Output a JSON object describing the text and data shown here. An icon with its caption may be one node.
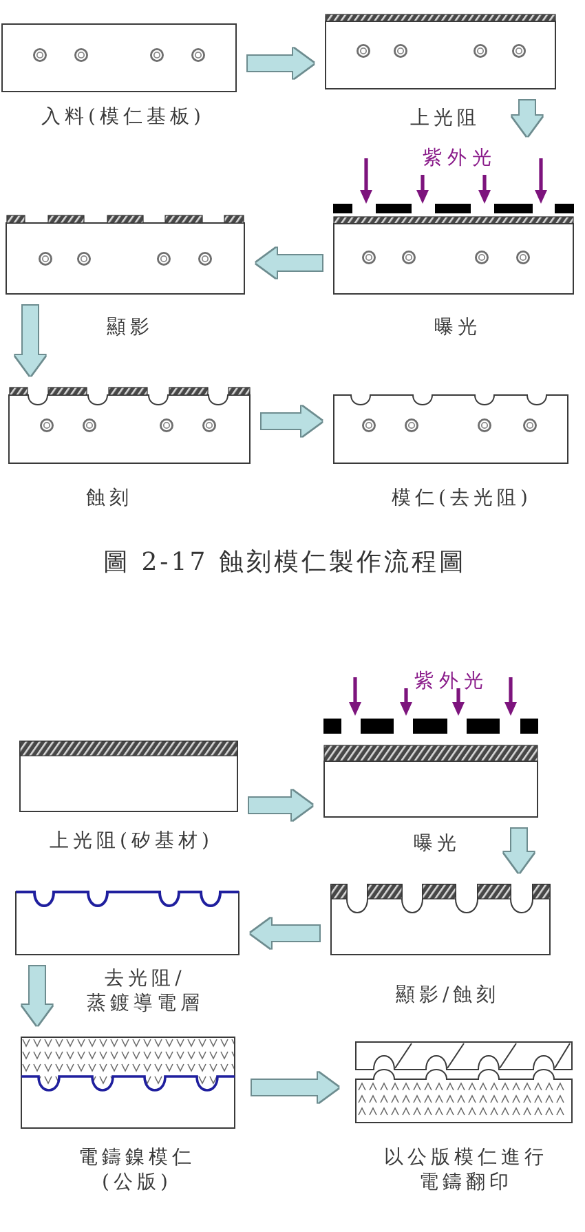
{
  "diagram": {
    "caption": "圖 2-17 蝕刻模仁製作流程圖",
    "nodes": [
      {
        "text": [],
        "shape": "picture",
        "beside": [
          "入料(模仁基板)"
        ]
      },
      {
        "text": [],
        "shape": "picture",
        "beside": [
          "上光阻"
        ]
      },
      {
        "text": [
          "紫外光"
        ],
        "beside": [
          "曝光"
        ]
      },
      {
        "text": [],
        "shape": "picture",
        "beside": [
          "顯影"
        ]
      },
      {
        "text": [],
        "shape": "picture",
        "beside": [
          "蝕刻"
        ]
      },
      {
        "text": [],
        "shape": "picture",
        "beside": [
          "模仁(去光阻)"
        ]
      },
      {
        "text": [],
        "shape": "picture",
        "beside": [
          "上光阻(矽基材)"
        ]
      },
      {
        "text": [
          "紫外光"
        ],
        "beside": [
          "曝光"
        ]
      },
      {
        "text": [],
        "shape": "picture",
        "beside": [
          "顯影/蝕刻"
        ]
      },
      {
        "text": [],
        "shape": "picture",
        "beside": [
          "去光阻/蒸鍍導電層"
        ]
      },
      {
        "text": [],
        "shape": "picture",
        "beside": [
          "電鑄鎳模仁(公版)"
        ]
      },
      {
        "text": [],
        "shape": "picture",
        "beside": [
          "以公版模仁進行電鑄翻印"
        ]
      }
    ],
    "edges": [
      {
        "from": 0,
        "to": 1,
        "arrow": "to"
      },
      {
        "from": 1,
        "to": 2,
        "arrow": "to"
      },
      {
        "from": 2,
        "to": 3,
        "arrow": "to"
      },
      {
        "from": 3,
        "to": 4,
        "arrow": "to"
      },
      {
        "from": 4,
        "to": 5,
        "arrow": "to"
      },
      {
        "from": 6,
        "to": 7,
        "arrow": "to"
      },
      {
        "from": 7,
        "to": 8,
        "arrow": "to"
      },
      {
        "from": 8,
        "to": 9,
        "arrow": "to"
      },
      {
        "from": 9,
        "to": 10,
        "arrow": "to"
      },
      {
        "from": 10,
        "to": 11,
        "arrow": "to"
      }
    ]
  }
}
